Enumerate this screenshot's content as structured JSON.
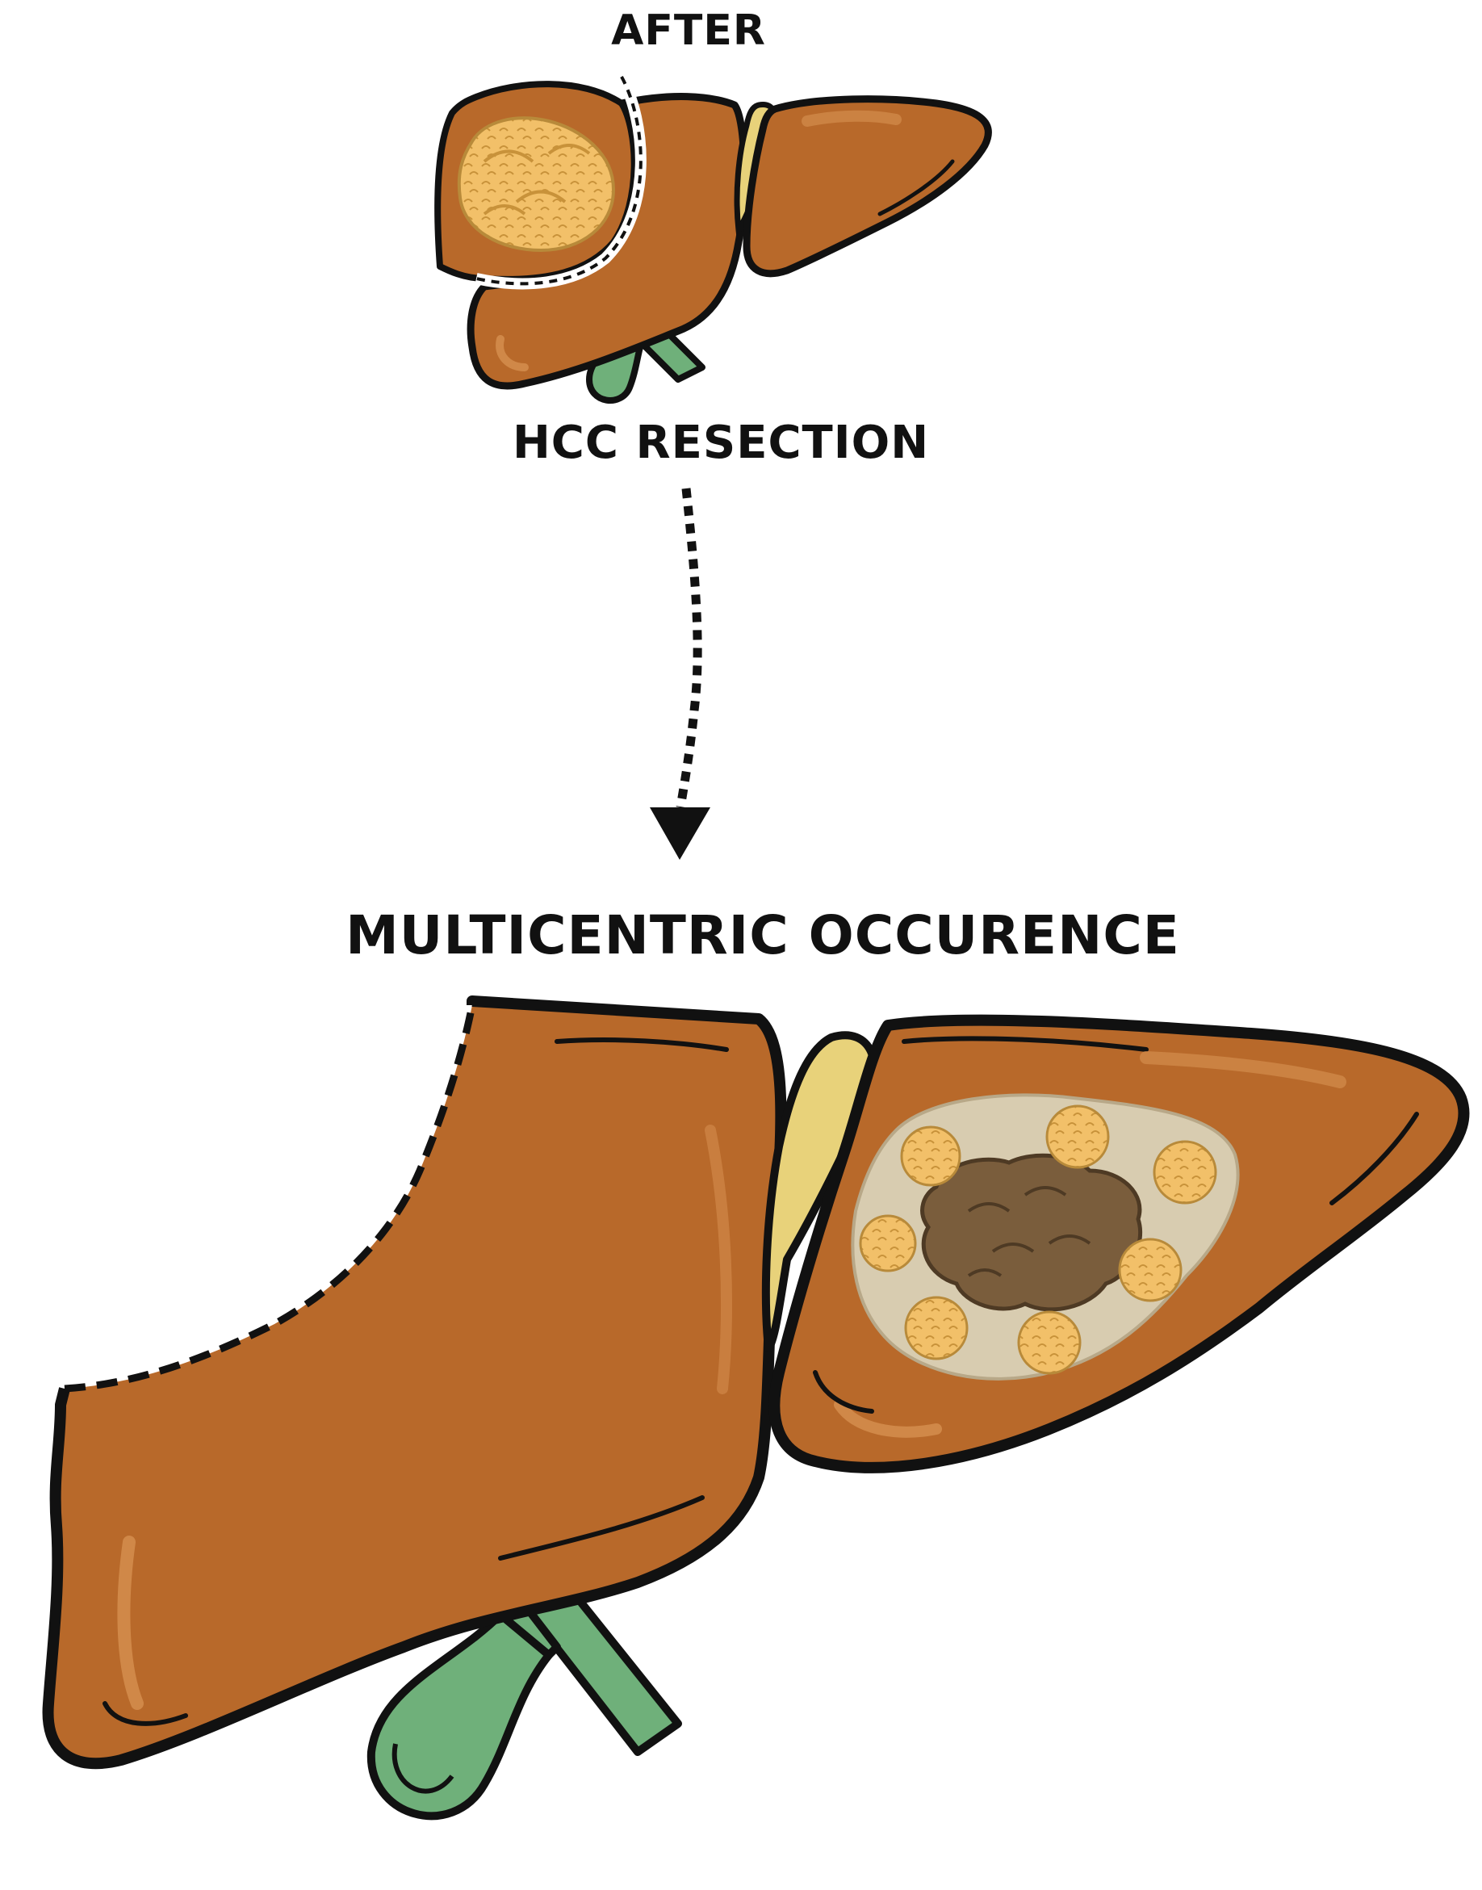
{
  "labels": {
    "after": "AFTER",
    "resection": "HCC RESECTION",
    "multicentric": "MULTICENTRIC OCCURENCE"
  },
  "colors": {
    "liver": "#b8692a",
    "liver_highlight": "#d08848",
    "outline": "#111111",
    "ligament": "#e8d27a",
    "gallbladder": "#6fb07a",
    "tumor": "#f2c069",
    "tumor_capsule": "#d8ccb0",
    "tumor_core": "#7a5d3c"
  },
  "icons": {
    "arrow": "dotted-down-arrow-icon"
  }
}
